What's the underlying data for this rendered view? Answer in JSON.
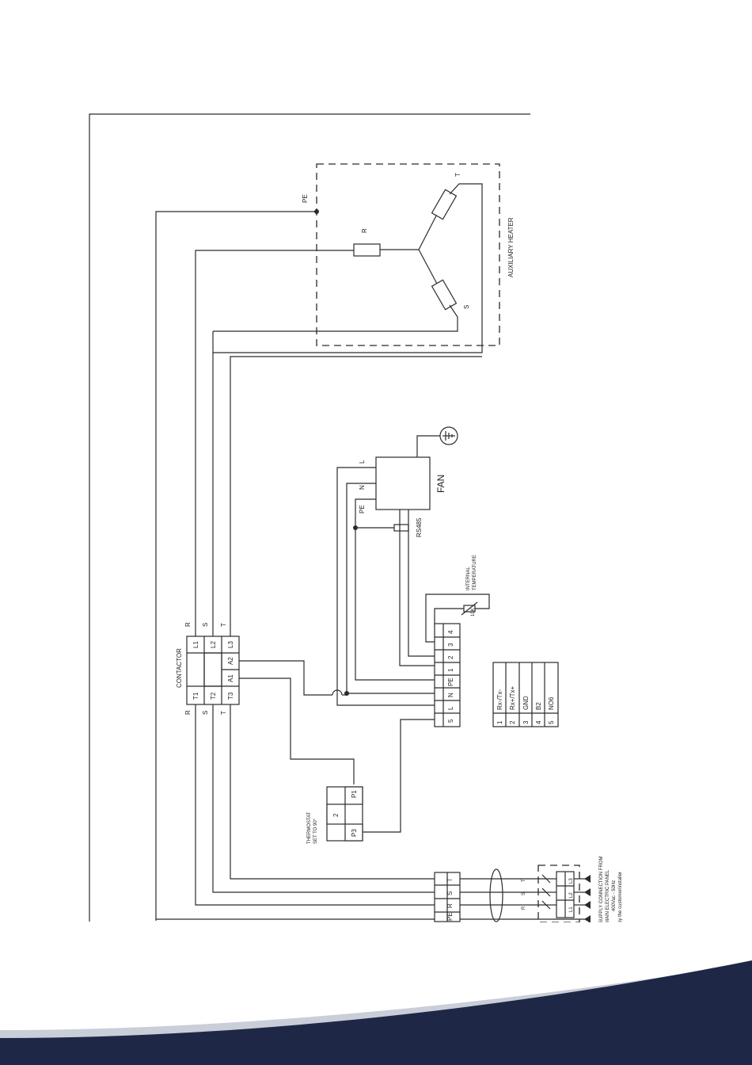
{
  "diagram": {
    "top_label_pe": "PE",
    "heater": {
      "title": "AUXILIARY HEATER",
      "phase_r": "R",
      "phase_s": "S",
      "phase_t": "T"
    },
    "fan": {
      "title": "FAN",
      "pin_l": "L",
      "pin_n": "N",
      "pin_pe": "PE",
      "bus": "RS485"
    },
    "sensor": {
      "line1": "INTERNAL",
      "line2": "TEMPERATURE",
      "value": "10K"
    },
    "contactor": {
      "title": "CONTACTOR",
      "in_r": "R",
      "in_s": "S",
      "in_t": "T",
      "out_r": "R",
      "out_s": "S",
      "out_t": "T",
      "t1": "T1",
      "t2": "T2",
      "t3": "T3",
      "l1": "L1",
      "l2": "L2",
      "l3": "L3",
      "a1": "A1",
      "a2": "A2"
    },
    "terminal": {
      "n5": "5",
      "l": "L",
      "n": "N",
      "pe": "PE",
      "n1": "1",
      "n2": "2",
      "n3": "3",
      "n4": "4"
    },
    "thermostat": {
      "line1": "THERMOSTAT",
      "line2": "SET TO 90°",
      "p1": "P1",
      "c2": "2",
      "p3": "P3"
    },
    "modbus_table": [
      {
        "num": "1",
        "label": "Rx-/Tx-"
      },
      {
        "num": "2",
        "label": "Rx+/Tx+"
      },
      {
        "num": "3",
        "label": "GND"
      },
      {
        "num": "4",
        "label": "B2"
      },
      {
        "num": "5",
        "label": "NO6"
      }
    ],
    "supply_terminal": {
      "pe": "PE",
      "r": "R",
      "s": "S",
      "t": "T",
      "r_small": "R",
      "s_small": "S",
      "t_small": "T",
      "l1": "L1",
      "l2": "L2",
      "l3": "L3"
    },
    "supply_note": {
      "line1": "SUPPLY CONNECTION FROM",
      "line2": "MAIN ELECTRIC PANEL",
      "line3": "400Vac - 50Hz",
      "line4": "by the customer/installer"
    }
  },
  "footer": {
    "colors": {
      "navy": "#1e2846",
      "light_band": "#c9ced8"
    }
  }
}
